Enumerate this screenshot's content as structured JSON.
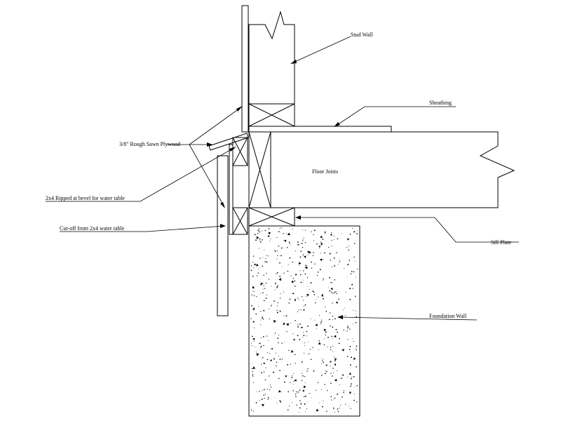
{
  "labels": {
    "stud_wall": "Stud Wall",
    "sheathing": "Sheathing",
    "rough_sawn_plywood": "3/8\" Rough Sawn Plywood",
    "floor_joists": "Floor Joists",
    "ripped_bevel": "2x4 Ripped at bevel for water table",
    "cut_off": "Cut-off from 2x4 water table",
    "sill_plate": "Sill Plate",
    "foundation_wall": "Foundation Wall"
  },
  "colors": {
    "line": "#000000",
    "background": "#ffffff"
  }
}
